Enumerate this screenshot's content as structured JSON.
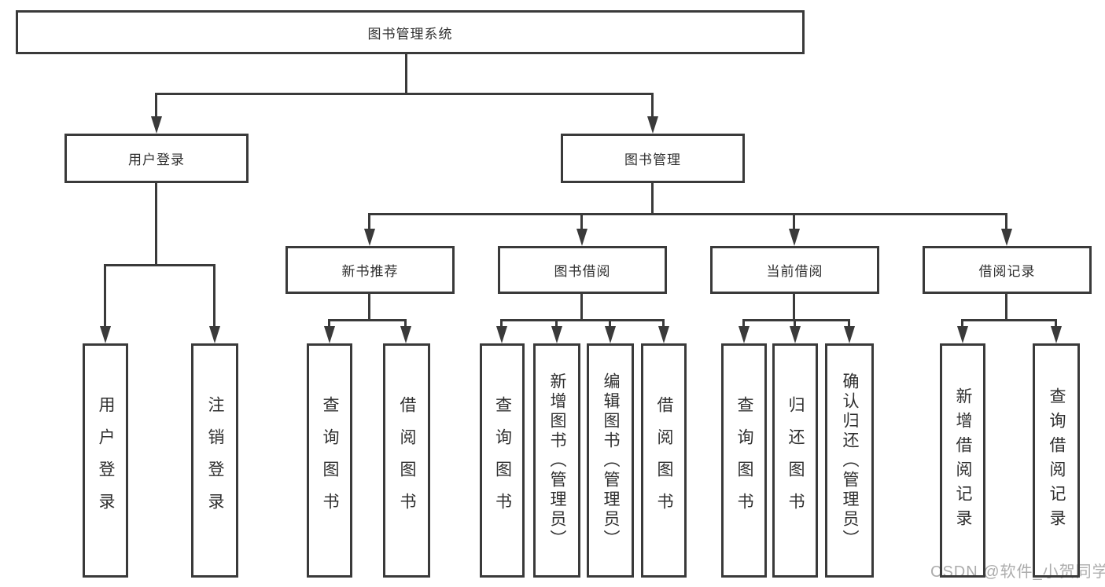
{
  "root": {
    "label": "图书管理系统"
  },
  "branches": [
    {
      "label": "用户登录",
      "children": [
        {
          "label": "用户登录"
        },
        {
          "label": "注销登录"
        }
      ]
    },
    {
      "label": "图书管理",
      "sections": [
        {
          "label": "新书推荐",
          "children": [
            {
              "label": "查询图书"
            },
            {
              "label": "借阅图书"
            }
          ]
        },
        {
          "label": "图书借阅",
          "children": [
            {
              "label": "查询图书"
            },
            {
              "label": "新增图书（管理员）"
            },
            {
              "label": "编辑图书（管理员）"
            },
            {
              "label": "借阅图书"
            }
          ]
        },
        {
          "label": "当前借阅",
          "children": [
            {
              "label": "查询图书"
            },
            {
              "label": "归还图书"
            },
            {
              "label": "确认归还（管理员）"
            }
          ]
        },
        {
          "label": "借阅记录",
          "children": [
            {
              "label": "新增借阅记录"
            },
            {
              "label": "查询借阅记录"
            }
          ]
        }
      ]
    }
  ],
  "watermark": {
    "text": "CSDN @软件_小贺同学"
  },
  "colors": {
    "line": "#3a3a3a",
    "text": "#2f2f2f",
    "background": "#ffffff",
    "watermark": "#9e9e9e"
  }
}
